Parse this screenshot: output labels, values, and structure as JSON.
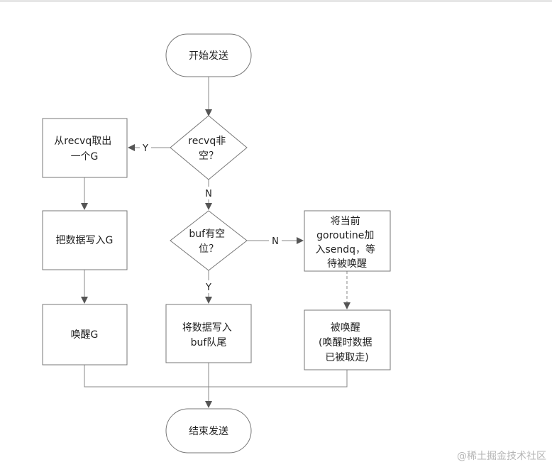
{
  "nodes": {
    "start": "开始发送",
    "decision_recvq": [
      "recvq非",
      "空？"
    ],
    "take_g": [
      "从recvq取出",
      "一个G"
    ],
    "write_g": "把数据写入G",
    "wake_g": "唤醒G",
    "decision_buf": [
      "buf有空",
      "位？"
    ],
    "write_buf": [
      "将数据写入",
      "buf队尾"
    ],
    "enqueue_sendq": [
      "将当前",
      "goroutine加",
      "入sendq，等",
      "待被唤醒"
    ],
    "awakened": [
      "被唤醒",
      "(唤醒时数据",
      "已被取走)"
    ],
    "end": "结束发送"
  },
  "edge_labels": {
    "recvq_yes": "Y",
    "recvq_no": "N",
    "buf_yes": "Y",
    "buf_no": "N"
  },
  "watermark": "@稀土掘金技术社区"
}
